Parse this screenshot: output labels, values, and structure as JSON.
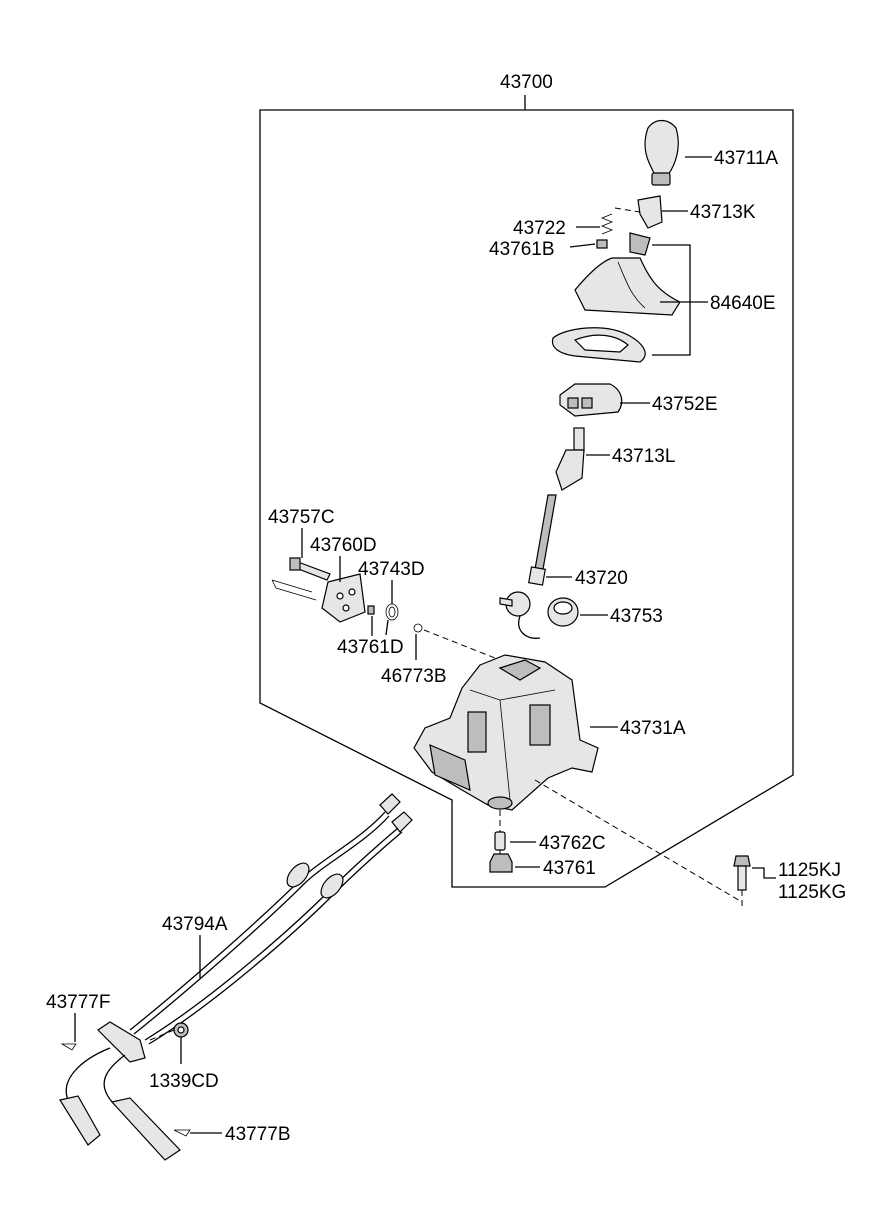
{
  "labels": {
    "l43700": "43700",
    "l43711A": "43711A",
    "l43713K": "43713K",
    "l43722": "43722",
    "l43761B": "43761B",
    "l84640E": "84640E",
    "l43752E": "43752E",
    "l43713L": "43713L",
    "l43757C": "43757C",
    "l43760D": "43760D",
    "l43743D": "43743D",
    "l43720": "43720",
    "l43753": "43753",
    "l43761D": "43761D",
    "l46773B": "46773B",
    "l43731A": "43731A",
    "l43762C": "43762C",
    "l43761": "43761",
    "l1125KJ": "1125KJ",
    "l1125KG": "1125KG",
    "l43794A": "43794A",
    "l43777F": "43777F",
    "l1339CD": "1339CD",
    "l43777B": "43777B"
  }
}
